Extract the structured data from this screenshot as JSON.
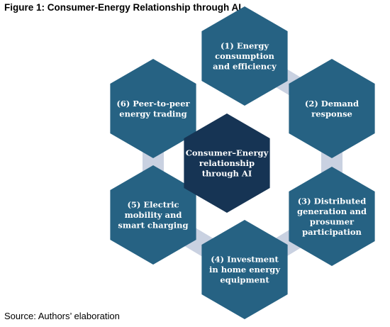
{
  "figure": {
    "title": "Figure 1: Consumer-Energy Relationship through AI",
    "source": "Source: Authors’ elaboration"
  },
  "colors": {
    "hex_fill": "#266283",
    "center_fill": "#163454",
    "connector_fill": "#c9d1e1",
    "label_color": "#ffffff"
  },
  "center": {
    "lines": [
      "Consumer–Energy",
      "relationship",
      "through AI"
    ]
  },
  "nodes": [
    {
      "id": "energy-consumption",
      "lines": [
        "(1) Energy",
        "consumption",
        "and efficiency"
      ]
    },
    {
      "id": "demand-response",
      "lines": [
        "(2) Demand",
        "response"
      ]
    },
    {
      "id": "distributed-generation",
      "lines": [
        "(3) Distributed",
        "generation and",
        "prosumer",
        "participation"
      ]
    },
    {
      "id": "home-energy-investment",
      "lines": [
        "(4) Investment",
        "in home energy",
        "equipment"
      ]
    },
    {
      "id": "electric-mobility",
      "lines": [
        "(5) Electric",
        "mobility and",
        "smart charging"
      ]
    },
    {
      "id": "peer-to-peer-trading",
      "lines": [
        "(6) Peer-to-peer",
        "energy trading"
      ]
    }
  ]
}
